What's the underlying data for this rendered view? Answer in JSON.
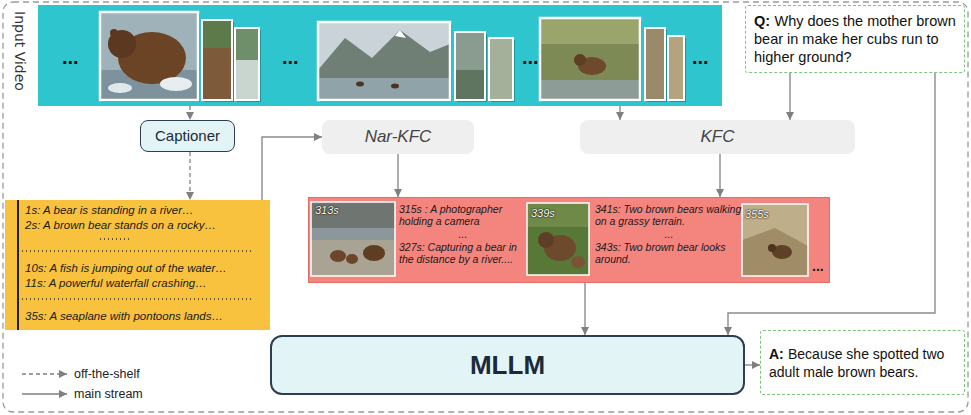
{
  "diagram": {
    "nodes": [
      {
        "text": [
          "Input Video",
          "...",
          "...",
          "...",
          "..."
        ]
      },
      {
        "text": [
          "Q:",
          "Why does the mother brown bear in make her cubs run to higher ground?"
        ]
      },
      {
        "text": [
          "Captioner"
        ]
      },
      {
        "text": [
          "Nar-KFC"
        ]
      },
      {
        "text": [
          "KFC"
        ]
      },
      {
        "text": [
          "1s: A bear is standing in a river…",
          "2s: A brown bear stands on a rocky…",
          "10s: A fish is jumping out of the water…",
          "11s: A powerful waterfall crashing…",
          "35s: A seaplane with pontoons lands…"
        ]
      },
      {
        "text": [
          "313s",
          "315s : A photographer holding a camera",
          "...",
          "327s: Capturing a bear in the distance by a river....",
          "339s",
          "341s: Two brown bears walking on a grassy terrain.",
          "...",
          "343s: Two brown bear looks around.",
          "355s",
          "..."
        ]
      },
      {
        "text": [
          "MLLM"
        ]
      },
      {
        "text": [
          "A:",
          "Because she spotted two adult male brown bears."
        ]
      }
    ],
    "edges": [
      {
        "from": 0,
        "to": 2,
        "arrow": "to"
      },
      {
        "from": 2,
        "to": 5,
        "arrow": "to"
      },
      {
        "from": 5,
        "to": 3,
        "arrow": "to"
      },
      {
        "from": 0,
        "to": 4,
        "arrow": "to"
      },
      {
        "from": 1,
        "to": 4,
        "arrow": "to"
      },
      {
        "from": 3,
        "to": 6,
        "arrow": "to"
      },
      {
        "from": 4,
        "to": 6,
        "arrow": "to"
      },
      {
        "from": 6,
        "to": 7,
        "arrow": "to"
      },
      {
        "from": 1,
        "to": 7,
        "arrow": "to"
      },
      {
        "from": 7,
        "to": 8,
        "arrow": "to"
      }
    ],
    "legend": [
      {
        "text": "off-the-shelf"
      },
      {
        "text": "main stream"
      }
    ]
  }
}
